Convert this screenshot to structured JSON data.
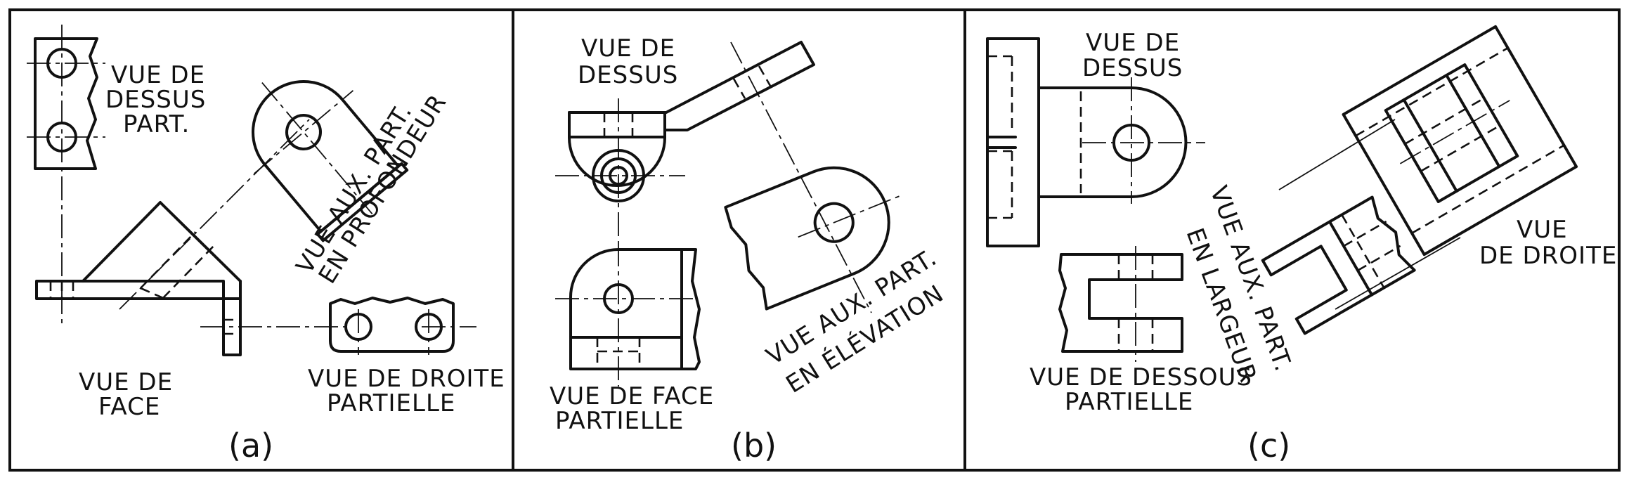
{
  "panels": [
    {
      "caption": "(a)",
      "labels": {
        "top_view_1": "VUE DE",
        "top_view_2": "DESSUS",
        "top_view_3": "PART.",
        "aux_1": "VUE AUX. PART.",
        "aux_2": "EN PROFONDEUR",
        "front_1": "VUE DE",
        "front_2": "FACE",
        "right_1": "VUE DE DROITE",
        "right_2": "PARTIELLE"
      }
    },
    {
      "caption": "(b)",
      "labels": {
        "top_1": "VUE DE",
        "top_2": "DESSUS",
        "aux_1": "VUE AUX. PART.",
        "aux_2": "EN ÉLÉVATION",
        "front_1": "VUE DE FACE",
        "front_2": "PARTIELLE"
      }
    },
    {
      "caption": "(c)",
      "labels": {
        "top_1": "VUE DE",
        "top_2": "DESSUS",
        "aux_1": "VUE AUX. PART.",
        "aux_2": "EN LARGEUR",
        "right_1": "VUE",
        "right_2": "DE DROITE",
        "bottom_1": "VUE DE DESSOUS",
        "bottom_2": "PARTIELLE"
      }
    }
  ]
}
